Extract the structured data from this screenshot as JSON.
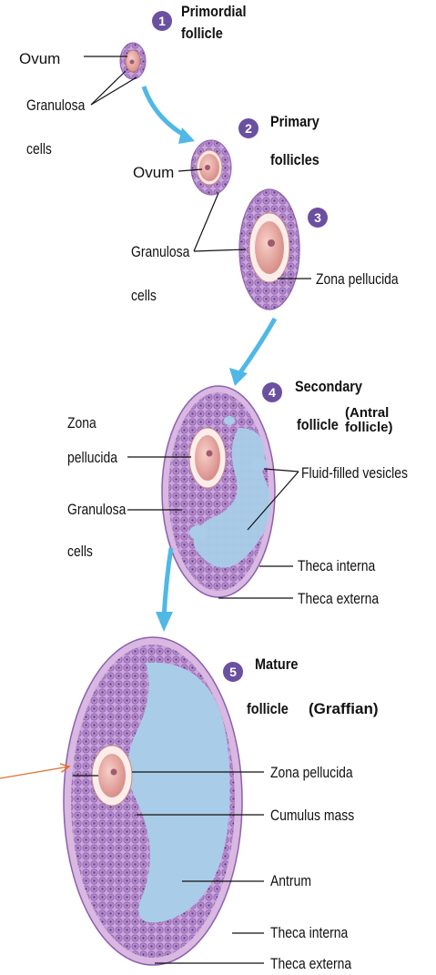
{
  "stages": [
    {
      "number": "1",
      "title_line1": "Primordial",
      "title_line2": "follicle"
    },
    {
      "number": "2",
      "title_line1": "Primary",
      "title_line2": "follicles"
    },
    {
      "number": "3"
    },
    {
      "number": "4",
      "title_line1": "Secondary",
      "title_line2": "follicle"
    },
    {
      "number": "5",
      "title_line1": "Mature",
      "title_line2": "follicle"
    }
  ],
  "labels": {
    "ovum_1": "Ovum",
    "granulosa_1_a": "Granulosa",
    "granulosa_1_b": "cells",
    "ovum_2": "Ovum",
    "granulosa_3_a": "Granulosa",
    "granulosa_3_b": "cells",
    "zona_3": "Zona pellucida",
    "zona_4_a": "Zona",
    "zona_4_b": "pellucida",
    "granulosa_4_a": "Granulosa",
    "granulosa_4_b": "cells",
    "fluid_vesicles": "Fluid-filled vesicles",
    "theca_interna_4": "Theca interna",
    "theca_externa_4": "Theca externa",
    "zona_5": "Zona pellucida",
    "cumulus": "Cumulus mass",
    "antrum": "Antrum",
    "theca_interna_5": "Theca interna",
    "theca_externa_5": "Theca externa"
  },
  "annotations": {
    "antral_line1": "(Antral",
    "antral_line2": "follicle)",
    "graffian": "(Graffian)"
  },
  "colors": {
    "badge": "#6b4fa0",
    "arrow": "#4fb8e6",
    "pointer": "#e07030",
    "granulosa": "#c8a2d8",
    "antrum": "#a9cde8",
    "ovum": "#f2b9b0"
  }
}
